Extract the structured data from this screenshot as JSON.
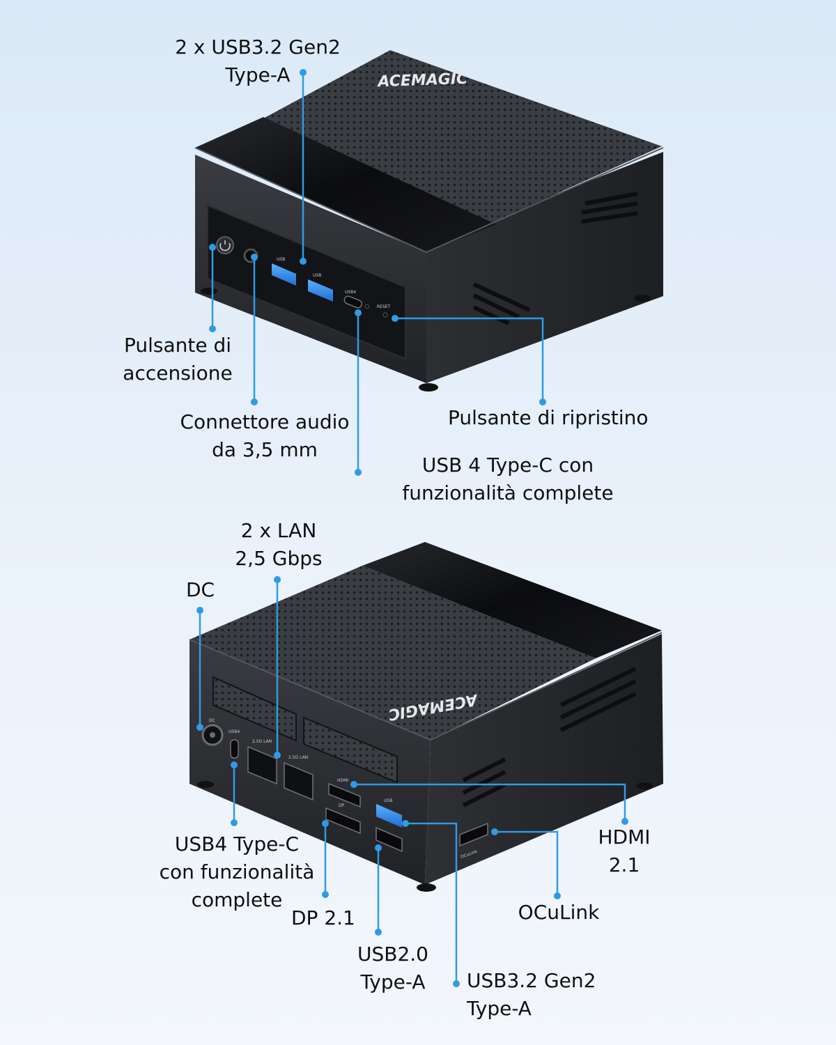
{
  "brand": "ACEMAGIC",
  "colors": {
    "accent": "#2f9be6",
    "device_body": "#2b2d31",
    "device_top_mesh": "#34373c",
    "device_glossy": "#0c0d10",
    "background": "#e3eef9"
  },
  "front_view": {
    "port_markings": {
      "usb_a_1": "USB",
      "usb_a_2": "USB",
      "usb4": "USB4",
      "reset": "RESET"
    },
    "labels": {
      "usb32": "2 x USB3.2 Gen2\nType-A",
      "power": "Pulsante di\naccensione",
      "audio": "Connettore audio\nda 3,5 mm",
      "reset": "Pulsante di ripristino",
      "usb4": "USB 4 Type-C con\nfunzionalità complete"
    }
  },
  "rear_view": {
    "port_markings": {
      "dc": "DC",
      "usb4": "USB4",
      "lan1": "2.5G LAN",
      "lan2": "2.5G LAN",
      "hdmi": "HDMI",
      "dp": "DP",
      "usb": "USB",
      "oculink": "OCuLink"
    },
    "labels": {
      "lan": "2 x LAN\n2,5 Gbps",
      "dc": "DC",
      "usb4": "USB4 Type-C\ncon funzionalità\ncomplete",
      "dp": "DP 2.1",
      "usb20": "USB2.0\nType-A",
      "usb32": "USB3.2 Gen2\nType-A",
      "hdmi": "HDMI\n2.1",
      "oculink": "OCuLink"
    }
  }
}
